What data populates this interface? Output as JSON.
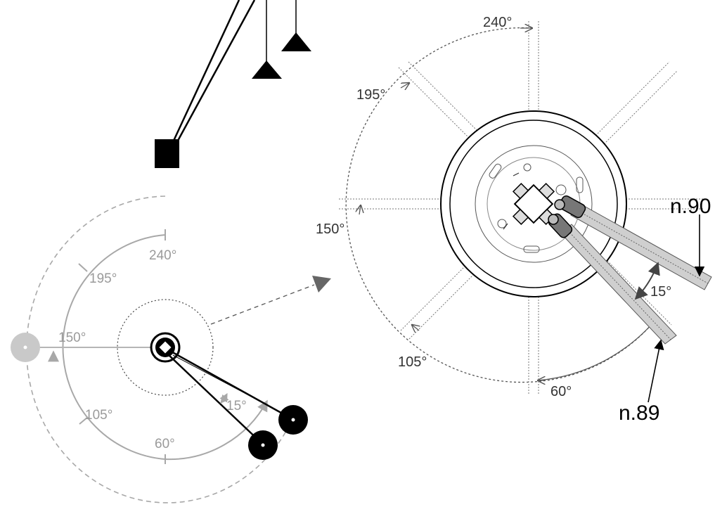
{
  "overview": {
    "angle_labels": [
      "240°",
      "195°",
      "150°",
      "105°",
      "60°"
    ],
    "gap_angle_label": "15°"
  },
  "detail": {
    "angle_labels": [
      "240°",
      "195°",
      "150°",
      "105°",
      "60°"
    ],
    "gap_angle_label": "15°",
    "callouts": {
      "upper_arm": "n.90",
      "lower_arm": "n.89"
    }
  },
  "colors": {
    "ink": "#000000",
    "gray_arc": "#a8a8a8",
    "dashed": "#555555",
    "arm_fill": "#cfcfcf"
  }
}
